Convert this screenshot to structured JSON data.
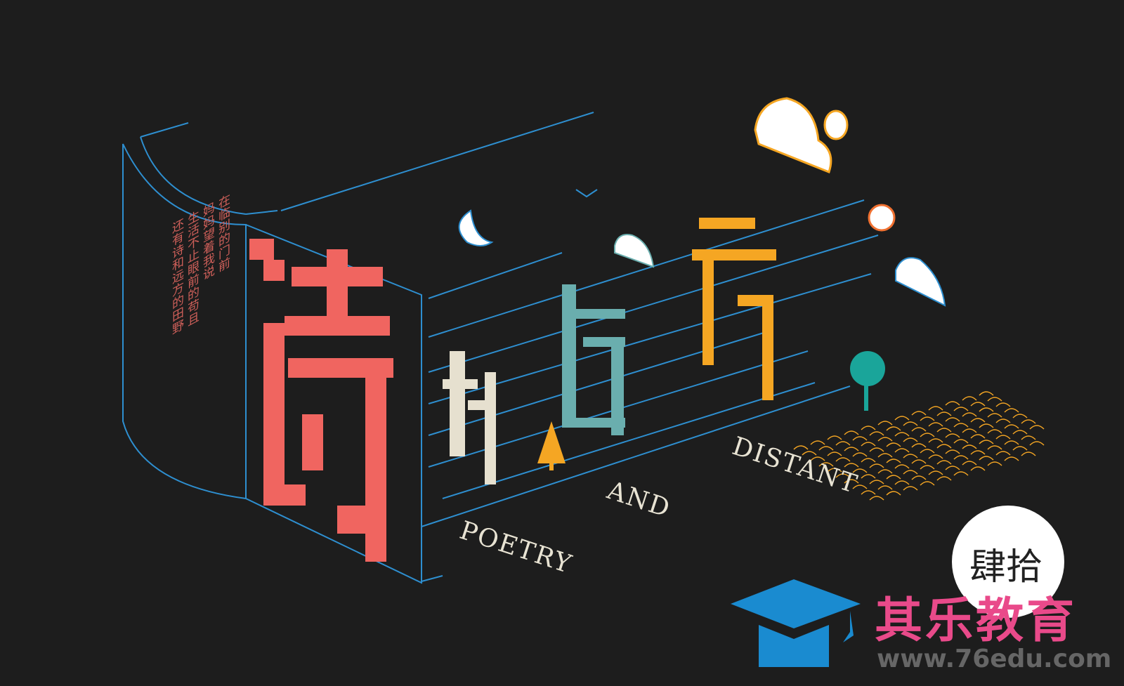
{
  "poem_lines": [
    "在临别的门前",
    "妈妈望着我说",
    "生活不止眼前的苟且",
    "还有诗和远方的田野"
  ],
  "title_chars": {
    "shi": "诗",
    "he": "和",
    "yuan": "远",
    "fang": "方"
  },
  "english": {
    "poetry": "POETRY",
    "and": "AND",
    "distant": "DISTANT"
  },
  "badge_text": "肆拾",
  "watermark": {
    "brand": "其乐教育",
    "url": "www.76edu.com"
  },
  "colors": {
    "background": "#1d1d1d",
    "line_blue": "#2e8fd0",
    "shi": "#f06560",
    "he": "#e6e0cf",
    "yuan": "#6aaeae",
    "fang": "#f5a623",
    "brand_pink": "#e94a8a",
    "cap_blue": "#1a8bd0"
  }
}
